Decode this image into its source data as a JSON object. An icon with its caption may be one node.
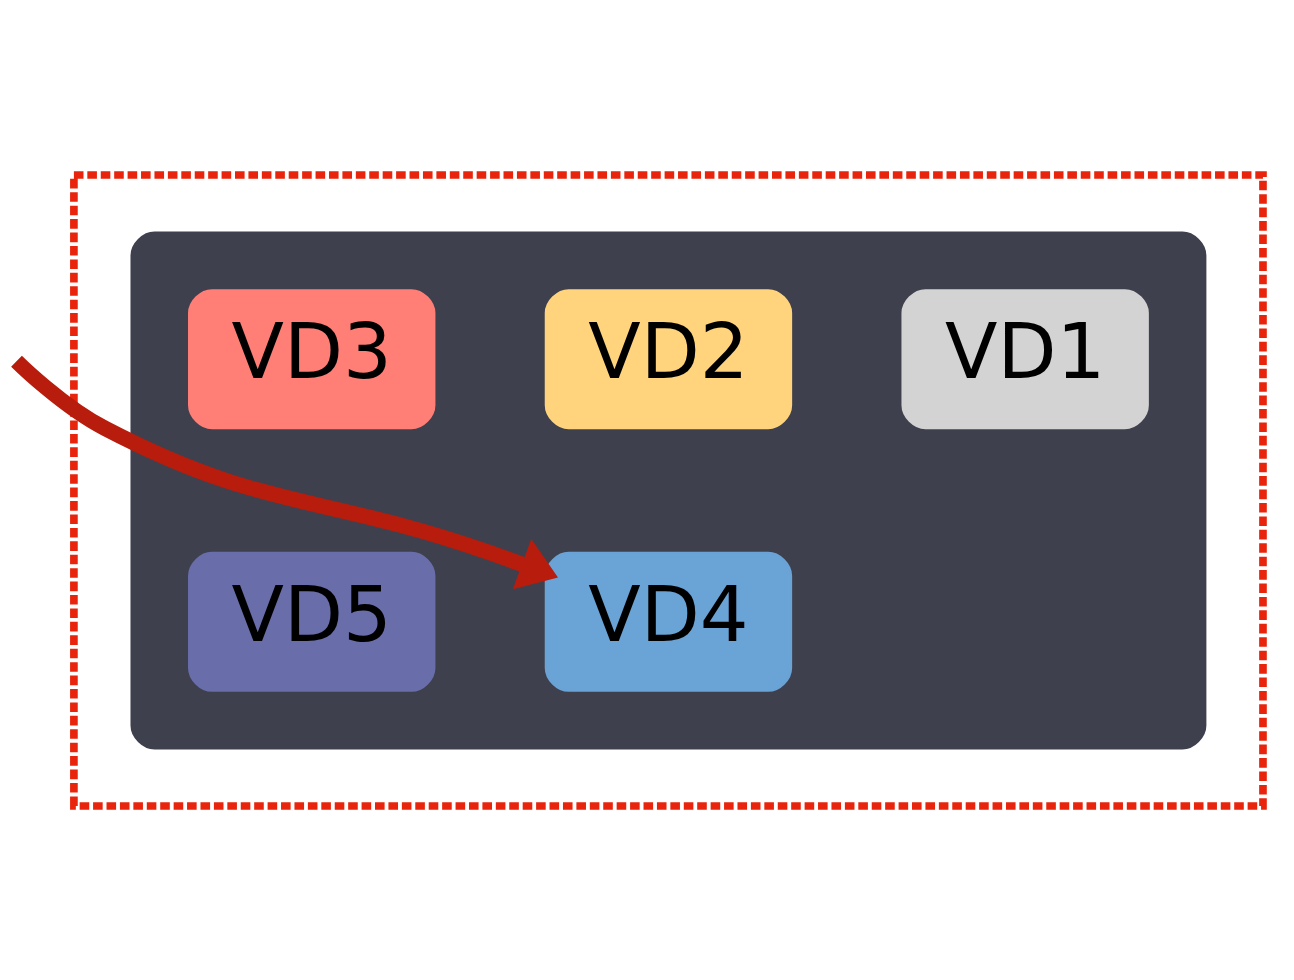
{
  "diagram": {
    "nodes": [
      {
        "text": [],
        "shape": "box"
      },
      {
        "text": [],
        "shape": "box",
        "in": 0
      },
      {
        "text": [
          "VD1"
        ],
        "in": 1
      },
      {
        "text": [
          "VD2"
        ],
        "in": 1
      },
      {
        "text": [
          "VD3"
        ],
        "in": 1
      },
      {
        "text": [
          "VD4"
        ],
        "in": 1
      },
      {
        "text": [
          "VD5"
        ],
        "in": 1
      }
    ],
    "edges": [
      {
        "from": null,
        "to": 5,
        "arrow": "to",
        "color": "#b81c0c"
      }
    ]
  }
}
